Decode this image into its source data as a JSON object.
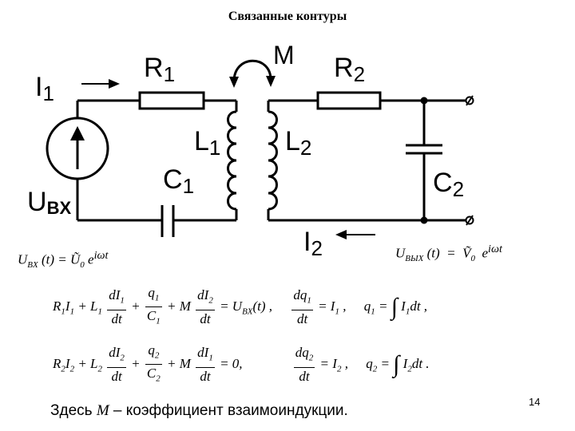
{
  "slide": {
    "title": "Связанные контуры",
    "page_number": "14"
  },
  "circuit": {
    "current_in_label": "I",
    "current_in_sub": "1",
    "r1_label": "R",
    "r1_sub": "1",
    "mutual_label": "M",
    "r2_label": "R",
    "r2_sub": "2",
    "l1_label": "L",
    "l1_sub": "1",
    "l2_label": "L",
    "l2_sub": "2",
    "c1_label": "C",
    "c1_sub": "1",
    "c2_label": "C",
    "c2_sub": "2",
    "source_label": "U",
    "source_sub": "BX",
    "current_out_label": "I",
    "current_out_sub": "2"
  },
  "formulas": {
    "u_in": "UBX (t) = Ũ0 e^{iωt}",
    "u_out": "UВЫХ (t) = Ṽ0 e^{iωt}",
    "eq1_left": "R1I1 + L1 dI1/dt + q1/C1 + M dI2/dt = UBX(t)",
    "eq1_mid": "dq1/dt = I1",
    "eq1_right": "q1 = ∫ I1dt",
    "eq2_left": "R2I2 + L2 dI2/dt + q2/C2 + M dI1/dt = 0",
    "eq2_mid": "dq2/dt = I2",
    "eq2_right": "q2 = ∫ I2dt"
  },
  "footer": {
    "prefix": "Здесь",
    "symbol": "M",
    "suffix": "– коэффициент взаимоиндукции."
  }
}
